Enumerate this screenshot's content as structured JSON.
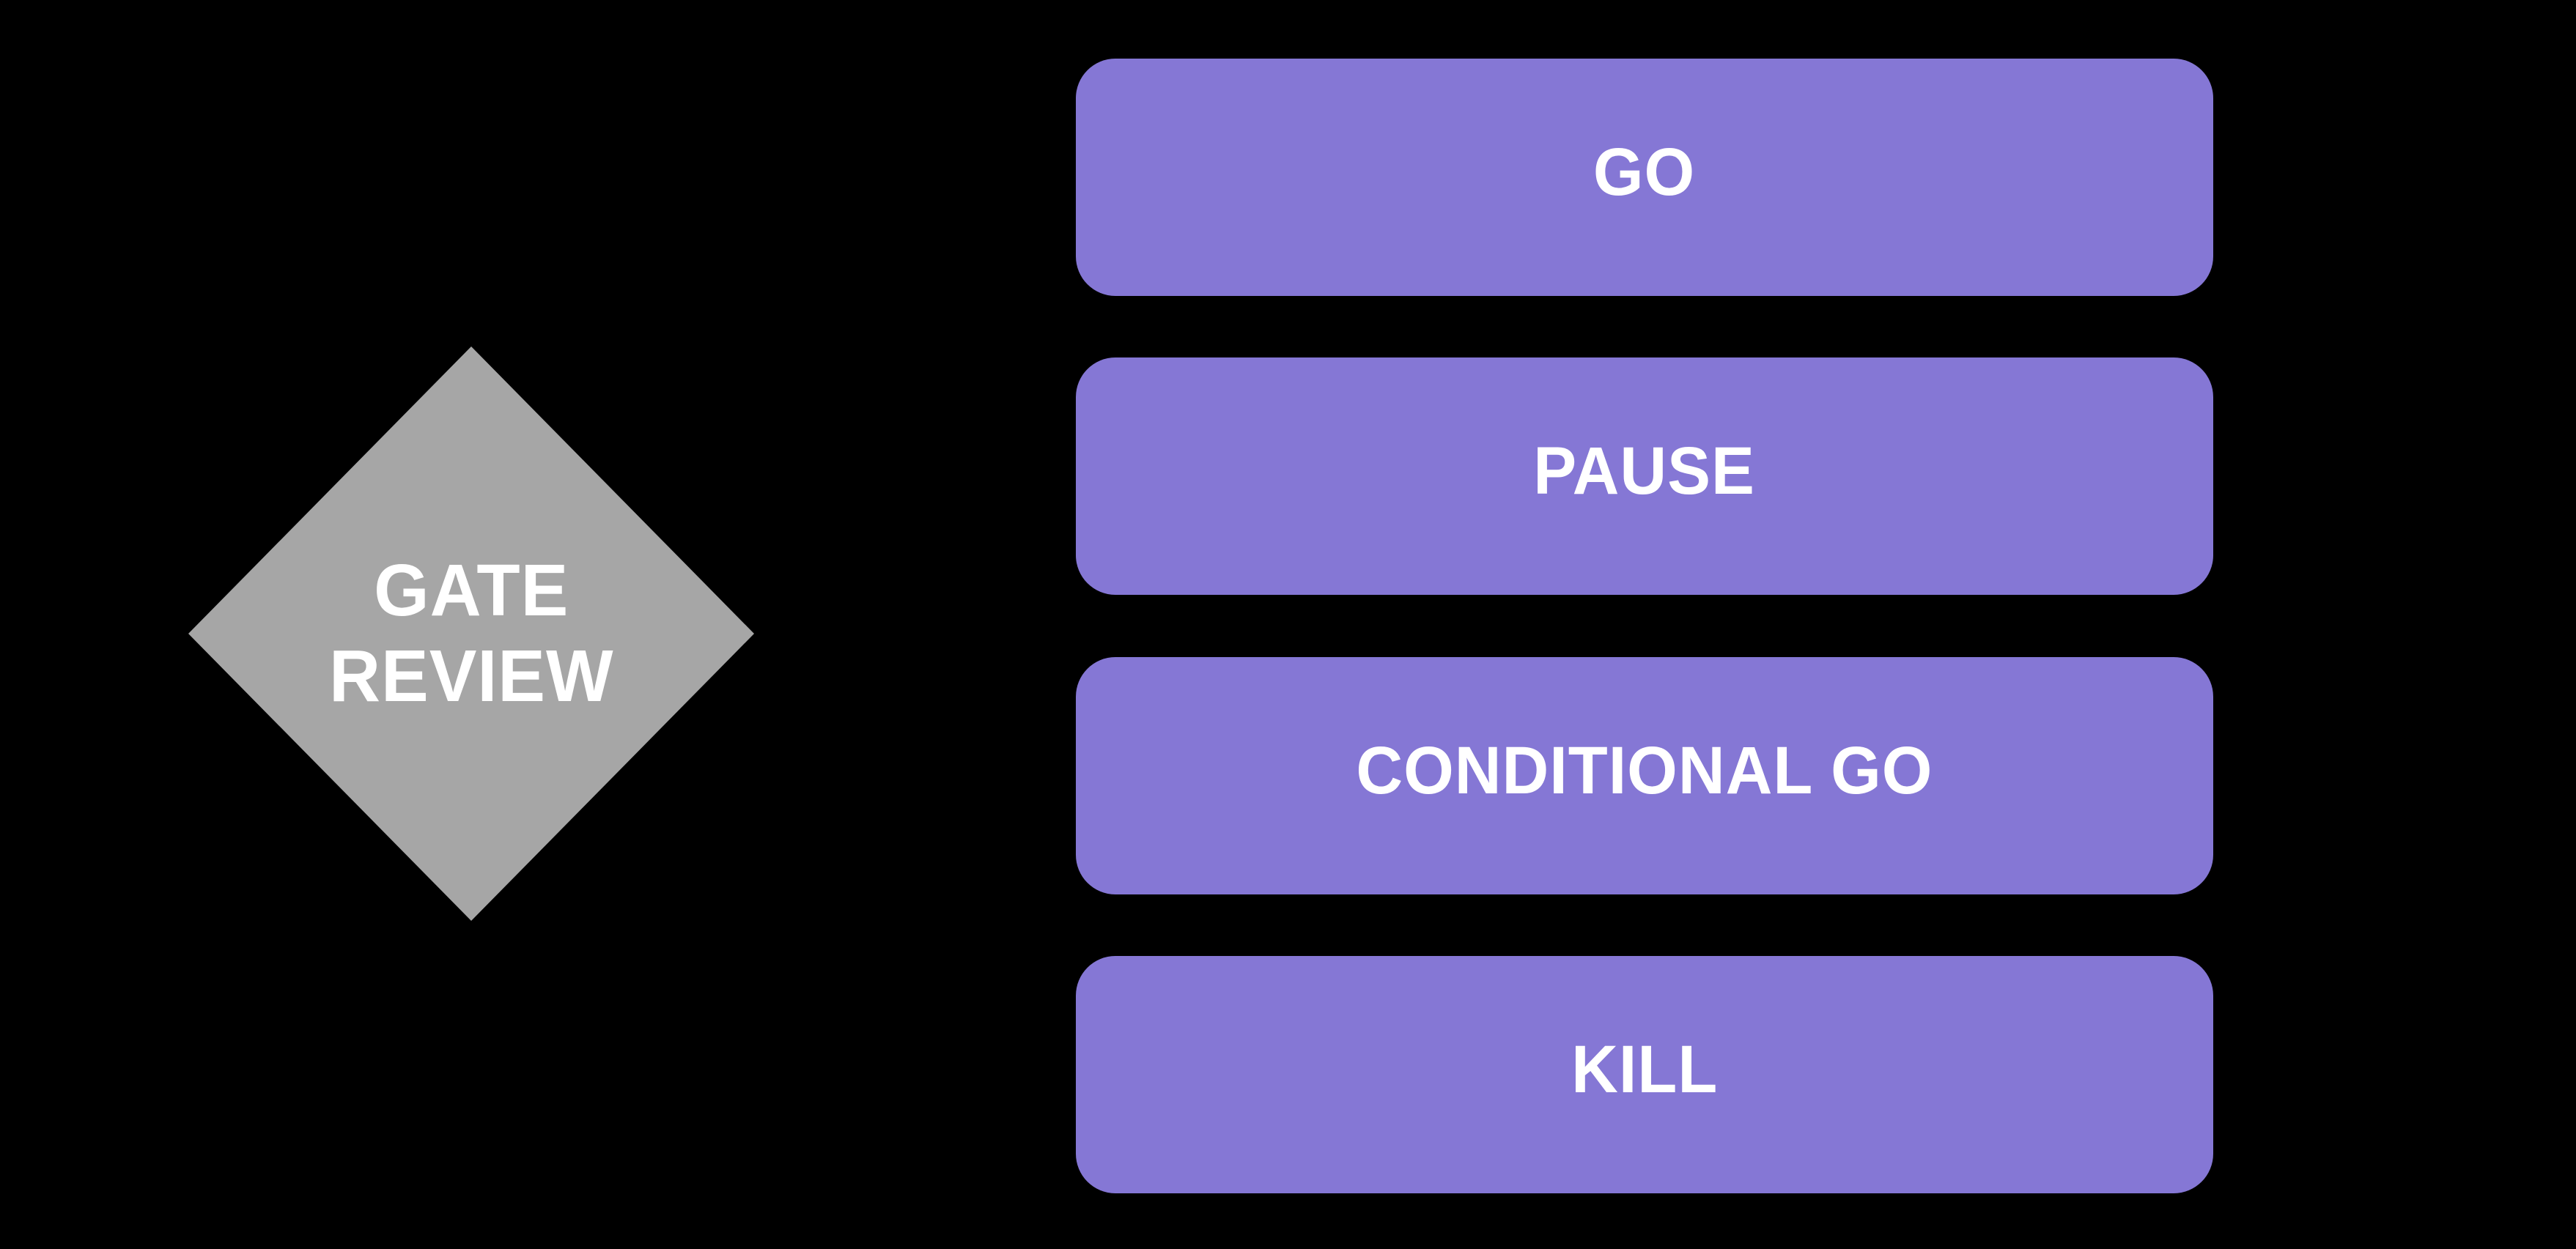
{
  "diagram": {
    "type": "decision-flow",
    "decision": {
      "shape": "diamond",
      "label": "GATE REVIEW",
      "line1": "GATE",
      "line2": "REVIEW"
    },
    "options": [
      {
        "label": "GO"
      },
      {
        "label": "PAUSE"
      },
      {
        "label": "CONDITIONAL GO"
      },
      {
        "label": "KILL"
      }
    ]
  },
  "colors": {
    "background": "#000000",
    "diamond_fill": "#A6A6A6",
    "option_fill": "#8577D5",
    "text": "#FFFFFF"
  }
}
